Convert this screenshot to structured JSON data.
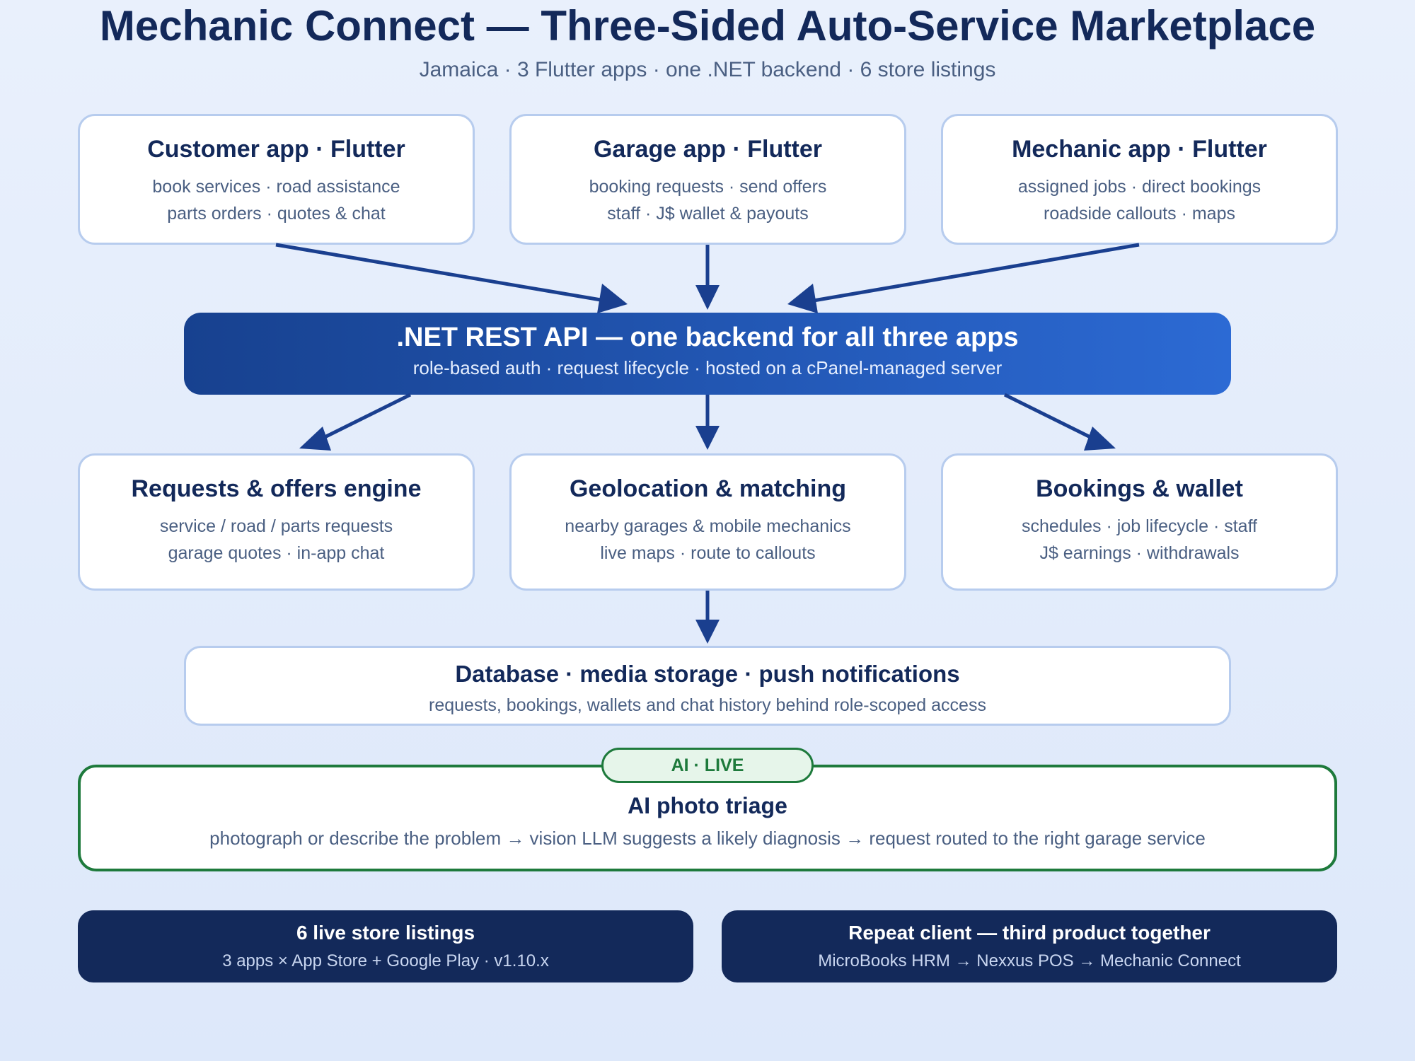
{
  "header": {
    "title": "Mechanic Connect — Three-Sided Auto-Service Marketplace",
    "subtitle": "Jamaica · 3 Flutter apps · one .NET backend · 6 store listings"
  },
  "apps": [
    {
      "title": "Customer app · Flutter",
      "lines": [
        "book services · road assistance",
        "parts orders · quotes & chat"
      ]
    },
    {
      "title": "Garage app · Flutter",
      "lines": [
        "booking requests · send offers",
        "staff · J$ wallet & payouts"
      ]
    },
    {
      "title": "Mechanic app · Flutter",
      "lines": [
        "assigned jobs · direct bookings",
        "roadside callouts · maps"
      ]
    }
  ],
  "api": {
    "title": ".NET REST API — one backend for all three apps",
    "subtitle": "role-based auth · request lifecycle · hosted on a cPanel-managed server"
  },
  "services": [
    {
      "title": "Requests & offers engine",
      "lines": [
        "service / road / parts requests",
        "garage quotes · in-app chat"
      ]
    },
    {
      "title": "Geolocation & matching",
      "lines": [
        "nearby garages & mobile mechanics",
        "live maps · route to callouts"
      ]
    },
    {
      "title": "Bookings & wallet",
      "lines": [
        "schedules · job lifecycle · staff",
        "J$ earnings · withdrawals"
      ]
    }
  ],
  "storage": {
    "title": "Database · media storage · push notifications",
    "subtitle": "requests, bookings, wallets and chat history behind role-scoped access"
  },
  "ai": {
    "badge": "AI · LIVE",
    "title": "AI photo triage",
    "flow": "photograph or describe the problem → vision LLM suggests a likely diagnosis → request routed to the right garage service"
  },
  "footer": [
    {
      "title": "6 live store listings",
      "subtitle": "3 apps × App Store + Google Play · v1.10.x"
    },
    {
      "title": "Repeat client — third product together",
      "subtitle": "MicroBooks HRM → Nexxus POS → Mechanic Connect"
    }
  ],
  "colors": {
    "arrow": "#1a3f8f",
    "ai_border": "#1e7a3c",
    "api_start": "#17418f",
    "api_end": "#2c6ad4",
    "footer_bg": "#13295a"
  }
}
